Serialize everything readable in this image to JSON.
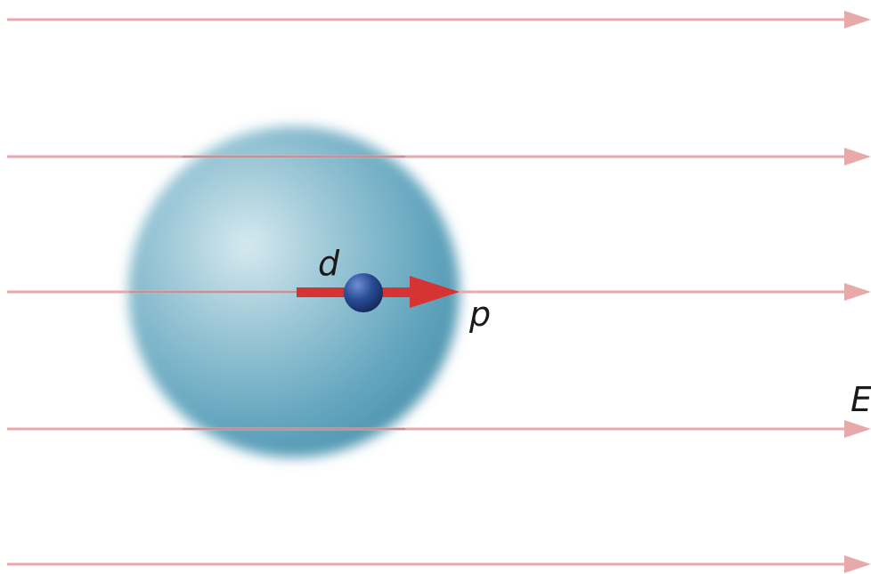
{
  "labels": {
    "separation": "d",
    "dipole_moment": "p",
    "field": "E"
  },
  "colors": {
    "field_lines": "#e8a9ab",
    "dipole_arrow": "#d63434",
    "electron_cloud": "#5fa3bd",
    "nucleus": "#1f3f86"
  },
  "field_line_count": 5
}
